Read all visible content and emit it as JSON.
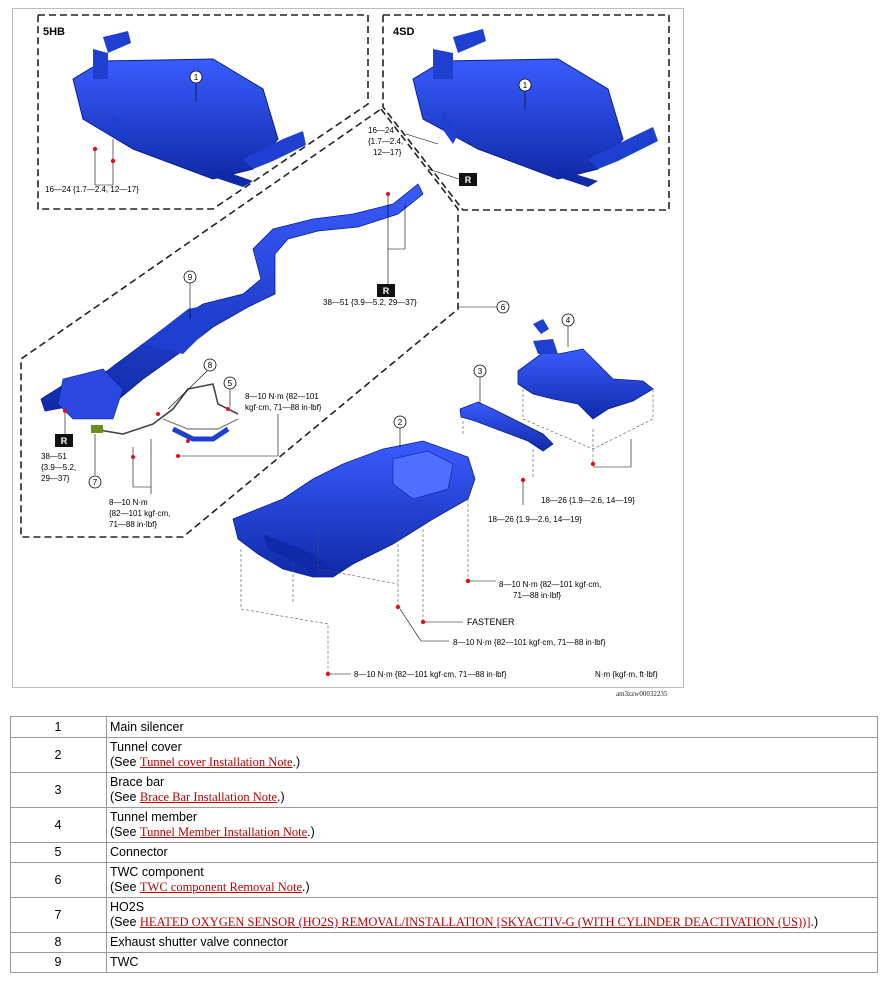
{
  "figure": {
    "figure_id": "am3zzw00032235",
    "units_legend": "N·m {kgf·m, ft·lbf}",
    "box_5hb": "5HB",
    "box_4sd": "4SD",
    "callouts": [
      "1",
      "1",
      "2",
      "3",
      "4",
      "5",
      "6",
      "7",
      "8",
      "9"
    ],
    "torque_5hb_silencer": "16—24 {1.7—2.4, 12—17}",
    "torque_4sd_l1": "16—24",
    "torque_4sd_l2": "{1.7—2.4,",
    "torque_4sd_l3": "12—17}",
    "torque_r_middle": "38—51 {3.9—5.2, 29—37}",
    "torque_r_left_l1": "38—51",
    "torque_r_left_l2": "{3.9—5.2,",
    "torque_r_left_l3": "29—37}",
    "torque_twc_right_l1": "8—10 N·m {82—101",
    "torque_twc_right_l2": "kgf·cm, 71—88 in·lbf}",
    "torque_twc_left_l1": "8—10 N·m",
    "torque_twc_left_l2": "{82—101 kgf·cm,",
    "torque_twc_left_l3": "71—88 in·lbf}",
    "torque_tunnel_member": "18—26 {1.9—2.6, 14—19}",
    "torque_brace_bar": "18—26 {1.9—2.6, 14—19}",
    "torque_cover_right_l1": "8—10 N·m {82—101 kgf·cm,",
    "torque_cover_right_l2": "71—88 in·lbf}",
    "fastener_label": "FASTENER",
    "torque_cover_mid": "8—10 N·m {82—101 kgf·cm, 71—88 in·lbf}",
    "torque_cover_bottom": "8—10 N·m {82—101 kgf·cm, 71—88 in·lbf}",
    "replace_marker": "R"
  },
  "parts": [
    {
      "num": "1",
      "name": "Main silencer"
    },
    {
      "num": "2",
      "name": "Tunnel cover",
      "see_pre": "(See ",
      "link": "Tunnel cover Installation Note",
      "see_post": ".)"
    },
    {
      "num": "3",
      "name": "Brace bar",
      "see_pre": "(See ",
      "link": "Brace Bar Installation Note",
      "see_post": ".)"
    },
    {
      "num": "4",
      "name": "Tunnel member",
      "see_pre": "(See ",
      "link": "Tunnel Member Installation Note",
      "see_post": ".)"
    },
    {
      "num": "5",
      "name": "Connector"
    },
    {
      "num": "6",
      "name": "TWC component",
      "see_pre": "(See ",
      "link": "TWC component Removal Note",
      "see_post": ".)"
    },
    {
      "num": "7",
      "name": "HO2S",
      "see_pre": "(See ",
      "link": "HEATED OXYGEN SENSOR (HO2S) REMOVAL/INSTALLATION [SKYACTIV-G (WITH CYLINDER DEACTIVATION (US))]",
      "see_post": ".)"
    },
    {
      "num": "8",
      "name": "Exhaust shutter valve connector"
    },
    {
      "num": "9",
      "name": "TWC"
    }
  ],
  "colors": {
    "part_blue": "#1f3fd0",
    "part_dark": "#0a1f8a",
    "bolt_red": "#e0101a",
    "table_border": "#9a9a9a",
    "link_red": "#c00000"
  }
}
